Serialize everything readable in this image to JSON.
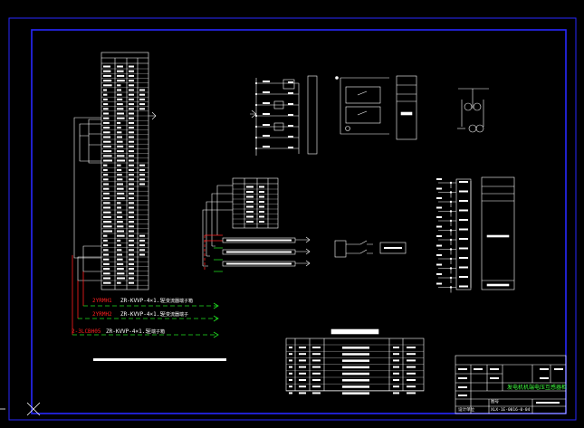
{
  "colors": {
    "background": "#000000",
    "frame": "#2828ff",
    "line": "#ffffff",
    "cable_red": "#ff2020",
    "cable_green": "#20e020",
    "title_green": "#40ff40"
  },
  "cables": [
    {
      "tag": "2YRMH1",
      "spec": "ZR-KVVP-4×1.5",
      "suffix": "至变流器端子箱"
    },
    {
      "tag": "2YRMH2",
      "spec": "ZR-KVVP-4×1.5",
      "suffix": "至变流器端子"
    },
    {
      "tag": "2-3LCBH05",
      "spec": "ZR-KVVP-4×1.5",
      "suffix": "至端子箱"
    }
  ],
  "title_block": {
    "drawing_title": "发电机机端电压互感器柜",
    "design_unit": "设计单位",
    "drawing_no_label": "图号",
    "drawing_no": "XLX-1E-0016-0-04"
  },
  "icons": {
    "ucs": "ucs-cursor-icon"
  }
}
